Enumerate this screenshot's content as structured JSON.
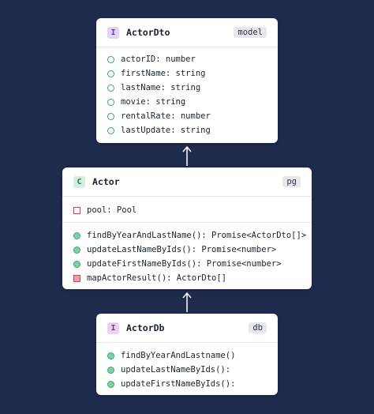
{
  "colors": {
    "background": "#1e2b4d",
    "public_member": "#3ba56d",
    "private_member": "#d0434f",
    "interface_badge": "#e4d4f2",
    "class_badge": "#d3f0df"
  },
  "actor_dto": {
    "kind": "I",
    "name": "ActorDto",
    "tag": "model",
    "fields": [
      "actorID: number",
      "firstName: string",
      "lastName: string",
      "movie: string",
      "rentalRate: number",
      "lastUpdate: string"
    ]
  },
  "actor": {
    "kind": "C",
    "name": "Actor",
    "tag": "pg",
    "fields": [
      "pool: Pool"
    ],
    "methods": [
      "findByYearAndLastName(): Promise<ActorDto[]>",
      "updateLastNameByIds(): Promise<number>",
      "updateFirstNameByIds(): Promise<number>",
      "mapActorResult(): ActorDto[]"
    ]
  },
  "actor_db": {
    "kind": "I",
    "name": "ActorDb",
    "tag": "db",
    "methods": [
      "findByYearAndLastname()",
      "updateLastNameByIds():",
      "updateFirstNameByIds():"
    ]
  }
}
